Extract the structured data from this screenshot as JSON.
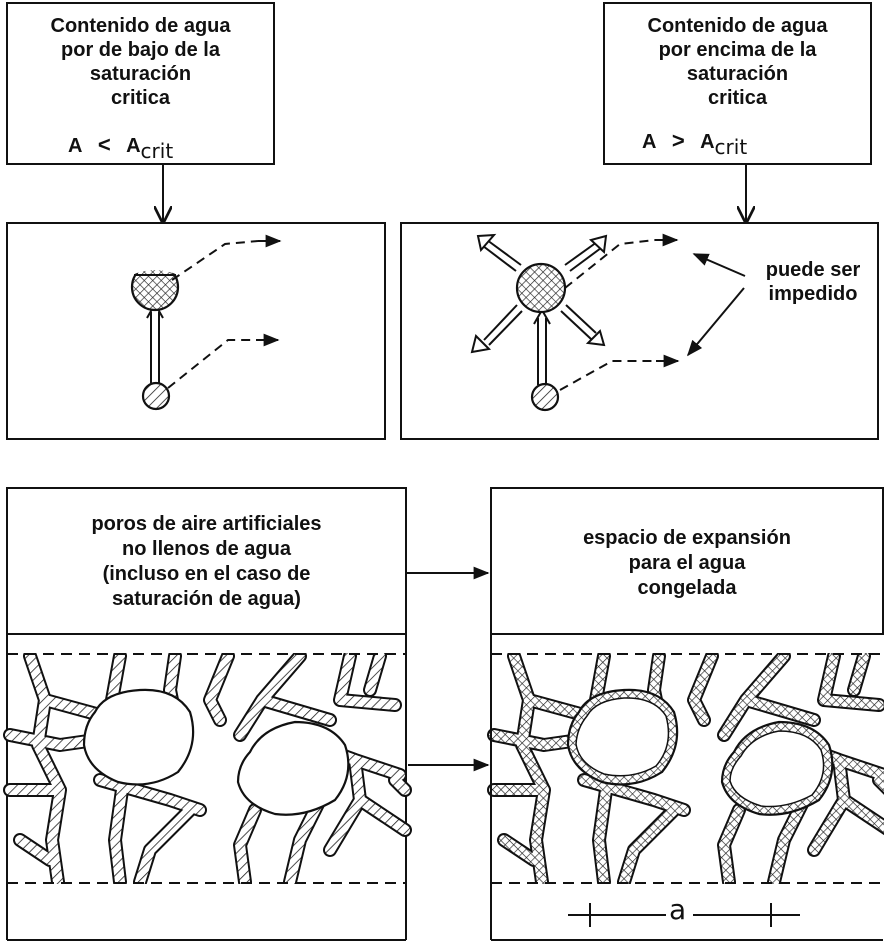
{
  "top_left": {
    "title_lines": [
      "Contenido de agua",
      "por de bajo de la",
      "saturación",
      "critica"
    ],
    "formula": {
      "left": "A",
      "operator": "<",
      "right": "A",
      "subscript": "crit"
    }
  },
  "top_right": {
    "title_lines": [
      "Contenido de agua",
      "por encima de la",
      "saturación",
      "critica"
    ],
    "formula": {
      "left": "A",
      "operator": ">",
      "right": "A",
      "subscript": "crit"
    },
    "side_label_lines": [
      "puede ser",
      "impedido"
    ]
  },
  "bottom_left": {
    "title_lines": [
      "poros de aire artificiales",
      "no llenos de agua",
      "(incluso en el caso de",
      "saturación de agua)"
    ]
  },
  "bottom_right": {
    "title_lines": [
      "espacio de expansión",
      "para el agua",
      "congelada"
    ],
    "distance_label": "a"
  }
}
